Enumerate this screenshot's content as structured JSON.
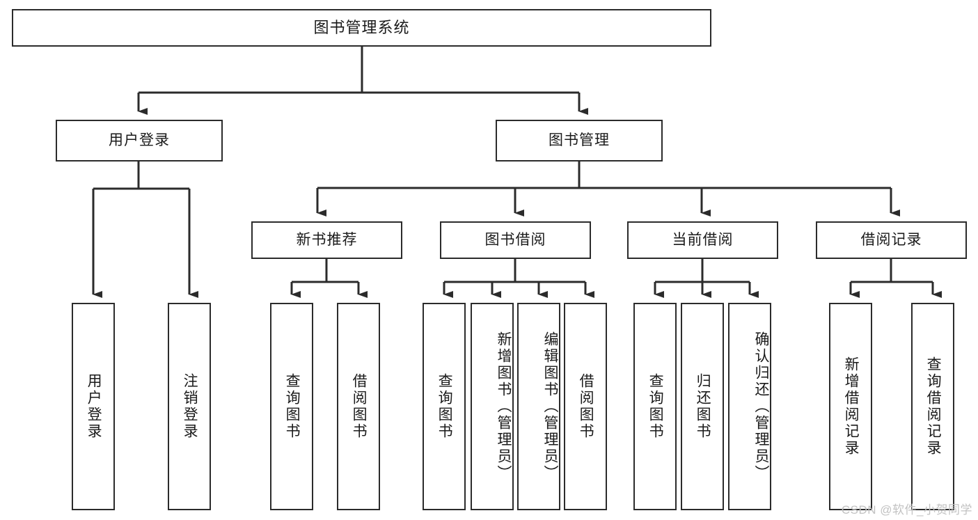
{
  "diagram": {
    "type": "tree",
    "title": "图书管理系统",
    "root": {
      "label": "图书管理系统"
    },
    "level1": [
      {
        "label": "用户登录"
      },
      {
        "label": "图书管理"
      }
    ],
    "level2": [
      {
        "label": "新书推荐"
      },
      {
        "label": "图书借阅"
      },
      {
        "label": "当前借阅"
      },
      {
        "label": "借阅记录"
      }
    ],
    "leaves": {
      "user_login": [
        {
          "label": "用户登录"
        },
        {
          "label": "注销登录"
        }
      ],
      "new_book_recommend": [
        {
          "label": "查询图书"
        },
        {
          "label": "借阅图书"
        }
      ],
      "book_borrow": [
        {
          "label": "查询图书"
        },
        {
          "label": "新增图书（管理员）"
        },
        {
          "label": "编辑图书（管理员）"
        },
        {
          "label": "借阅图书"
        }
      ],
      "current_borrow": [
        {
          "label": "查询图书"
        },
        {
          "label": "归还图书"
        },
        {
          "label": "确认归还（管理员）"
        }
      ],
      "borrow_record": [
        {
          "label": "新增借阅记录"
        },
        {
          "label": "查询借阅记录"
        }
      ]
    }
  },
  "watermark": {
    "text": "CSDN @软件_小贺同学"
  },
  "colors": {
    "border": "#2b2b2b",
    "text": "#1a1a1a",
    "background": "#ffffff",
    "watermark": "#c2c2c2"
  }
}
